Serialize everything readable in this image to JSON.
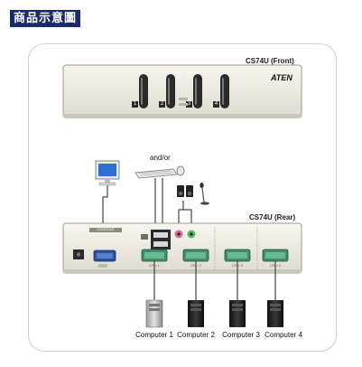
{
  "badge_title": "商品示意圖",
  "front": {
    "model_label": "CS74U (Front)",
    "brand": "ATEN",
    "port_numbers": [
      "1",
      "2",
      "3",
      "4"
    ]
  },
  "rear": {
    "model_label": "CS74U (Rear)",
    "console_tag": "CONSOLE",
    "port_tags": [
      "CPU 1",
      "CPU 2",
      "CPU 3",
      "CPU 4"
    ]
  },
  "connector_text": "and/or",
  "computers": [
    "Computer 1",
    "Computer 2",
    "Computer 3",
    "Computer 4"
  ],
  "colors": {
    "badge_bg": "#1a2a6e",
    "panel": "#ecebe2",
    "port_green": "#4a9a78",
    "vga_blue": "#3a5fb0",
    "mic_pink": "#d86aa0",
    "spk_green": "#5fb85f"
  }
}
